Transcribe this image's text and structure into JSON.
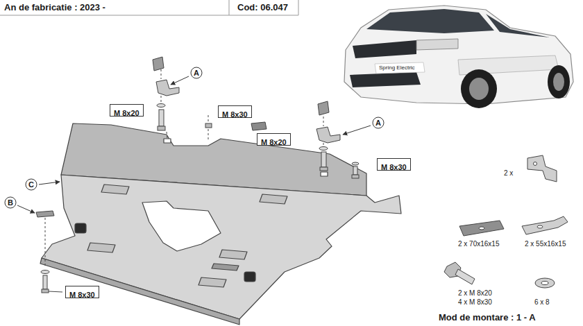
{
  "diagram": {
    "nodes": [
      {
        "text": [
          "A"
        ]
      },
      {
        "text": [
          "M 8x20"
        ]
      },
      {
        "text": [
          "M 8x30"
        ]
      },
      {
        "text": [
          "A"
        ]
      },
      {
        "text": [
          "M 8x20"
        ]
      },
      {
        "text": [
          "M 8x30"
        ]
      },
      {
        "text": [
          "C"
        ]
      },
      {
        "text": [
          "B"
        ]
      },
      {
        "text": [
          "M 8x30"
        ]
      }
    ],
    "labels": [
      "An de fabricatie : 2023 -",
      "Cod: 06.047",
      "Spring Electric",
      "2 x",
      "2 x 70x16x15",
      "2 x 55x16x15",
      "2 x M 8x20",
      "4 x M 8x30",
      "6 x 8",
      "Mod de montare : 1 - A"
    ]
  }
}
